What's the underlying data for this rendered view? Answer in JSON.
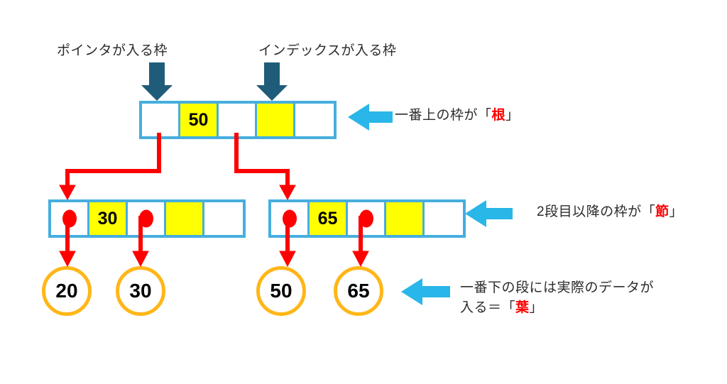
{
  "diagram": {
    "title_labels": {
      "pointer_frame": "ポインタが入る枠",
      "index_frame": "インデックスが入る枠"
    },
    "annotations": [
      {
        "prefix": "一番上の枠が「",
        "highlight": "根",
        "suffix": "」"
      },
      {
        "prefix": "2段目以降の枠が「",
        "highlight": "節",
        "suffix": "」"
      },
      {
        "line1": "一番下の段には実際のデータが",
        "prefix": "入る＝「",
        "highlight": "葉",
        "suffix": "」"
      }
    ],
    "colors": {
      "node_border": "#46aede",
      "cell_fill_highlight": "#ffff00",
      "pointer_arrow": "#ff0000",
      "callout_arrow": "#29b6e8",
      "label_arrow": "#1f5c7a",
      "leaf_border": "#ffb617",
      "highlight_text": "#ff0000"
    },
    "root": {
      "label": "root-node",
      "cells": [
        {
          "value": "",
          "fill": "white"
        },
        {
          "value": "50",
          "fill": "yellow"
        },
        {
          "value": "",
          "fill": "white"
        },
        {
          "value": "",
          "fill": "yellow"
        },
        {
          "value": "",
          "fill": "white"
        }
      ]
    },
    "internal_nodes": [
      {
        "label": "internal-node-left",
        "cells": [
          {
            "value": "",
            "fill": "white",
            "pointer": true
          },
          {
            "value": "30",
            "fill": "yellow",
            "pointer": false
          },
          {
            "value": "",
            "fill": "white",
            "pointer": true
          },
          {
            "value": "",
            "fill": "yellow",
            "pointer": false
          },
          {
            "value": "",
            "fill": "white",
            "pointer": false
          }
        ]
      },
      {
        "label": "internal-node-right",
        "cells": [
          {
            "value": "",
            "fill": "white",
            "pointer": true
          },
          {
            "value": "65",
            "fill": "yellow",
            "pointer": false
          },
          {
            "value": "",
            "fill": "white",
            "pointer": true
          },
          {
            "value": "",
            "fill": "yellow",
            "pointer": false
          },
          {
            "value": "",
            "fill": "white",
            "pointer": false
          }
        ]
      }
    ],
    "leaves": [
      {
        "value": "20"
      },
      {
        "value": "30"
      },
      {
        "value": "50"
      },
      {
        "value": "65"
      }
    ]
  }
}
